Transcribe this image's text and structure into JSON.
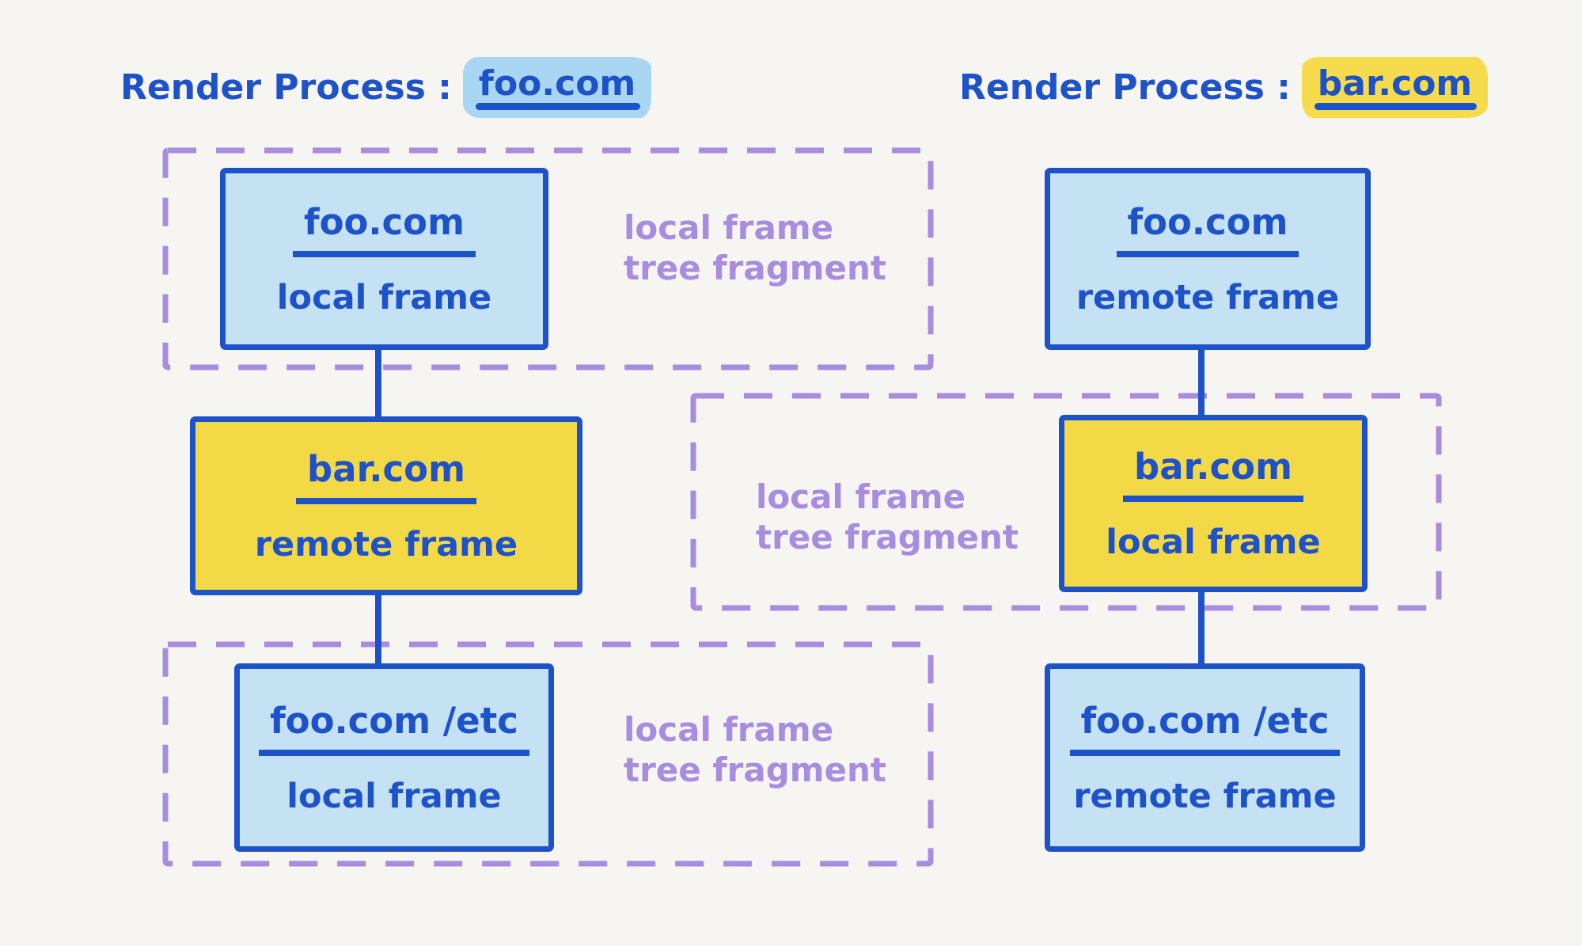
{
  "palette": {
    "background": "#f6f5f2",
    "blue": "#1e52c9",
    "light_blue_fill": "#c5e1f4",
    "blue_highlight": "#a9d6f3",
    "yellow_fill": "#f3d945",
    "yellow_highlight": "#f6dc4d",
    "purple": "#a78cdf"
  },
  "left_process": {
    "title_prefix": "Render Process :",
    "title_domain": "foo.com",
    "nodes": [
      {
        "domain": "foo.com",
        "frame_type": "local frame",
        "fill": "blue"
      },
      {
        "domain": "bar.com",
        "frame_type": "remote frame",
        "fill": "yellow"
      },
      {
        "domain": "foo.com /etc",
        "frame_type": "local frame",
        "fill": "blue"
      }
    ],
    "fragments": [
      {
        "label_line1": "local frame",
        "label_line2": "tree fragment"
      },
      {
        "label_line1": "local frame",
        "label_line2": "tree fragment"
      }
    ]
  },
  "right_process": {
    "title_prefix": "Render Process :",
    "title_domain": "bar.com",
    "nodes": [
      {
        "domain": "foo.com",
        "frame_type": "remote frame",
        "fill": "blue"
      },
      {
        "domain": "bar.com",
        "frame_type": "local frame",
        "fill": "yellow"
      },
      {
        "domain": "foo.com /etc",
        "frame_type": "remote frame",
        "fill": "blue"
      }
    ],
    "fragments": [
      {
        "label_line1": "local frame",
        "label_line2": "tree fragment"
      }
    ]
  }
}
